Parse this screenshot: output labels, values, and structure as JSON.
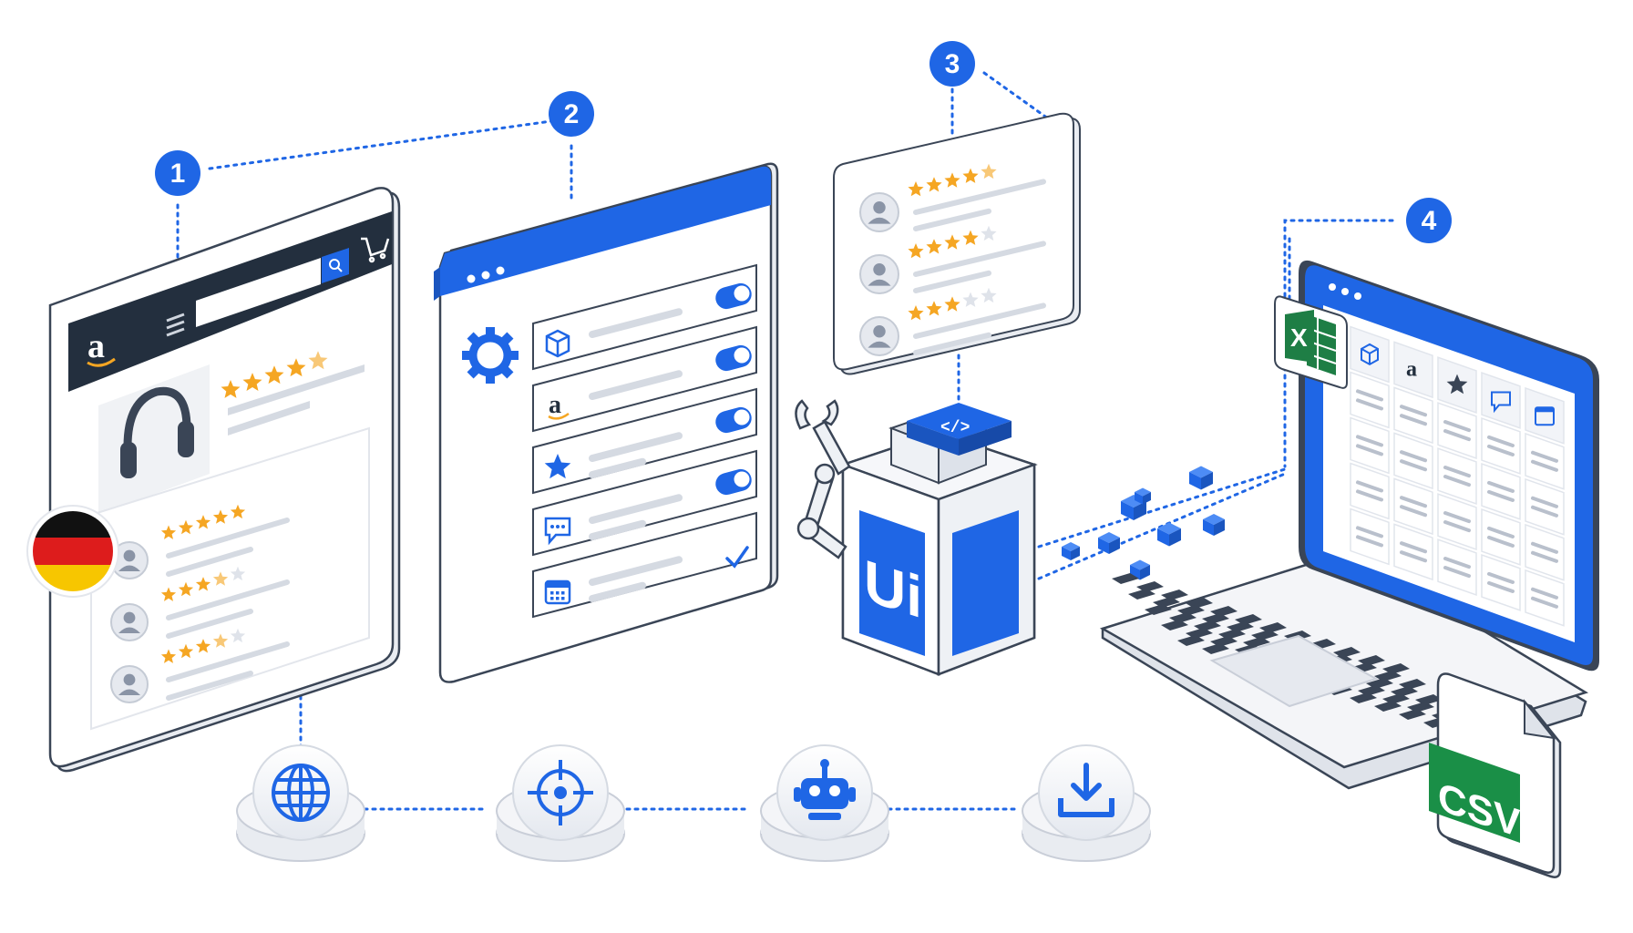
{
  "colors": {
    "primary": "#1f66e5",
    "navy": "#232f3e",
    "star": "#f5a623",
    "excel": "#1e7e45",
    "csv": "#1a8f47",
    "panel": "#ffffff",
    "outline": "#3a4556"
  },
  "steps": [
    "1",
    "2",
    "3",
    "4"
  ],
  "file_badge": "CSV",
  "excel_letter": "X",
  "amazon_letter": "a",
  "logo_text": "Ui",
  "code_icon": "</>",
  "pipeline": {
    "icons": [
      "globe-icon",
      "crosshair-icon",
      "robot-icon",
      "download-icon"
    ]
  },
  "settings_rows": {
    "icons": [
      "box-icon",
      "amazon-icon",
      "star-icon",
      "chat-icon",
      "calendar-icon"
    ],
    "toggles": [
      true,
      true,
      true,
      true
    ]
  },
  "ratings": {
    "product": 4.5,
    "reviews": [
      5,
      3.5,
      3.5
    ],
    "extracted": [
      4.5,
      4,
      3
    ]
  },
  "table_header_icons": [
    "box-icon",
    "amazon-icon",
    "star-icon",
    "chat-icon",
    "calendar-icon"
  ]
}
